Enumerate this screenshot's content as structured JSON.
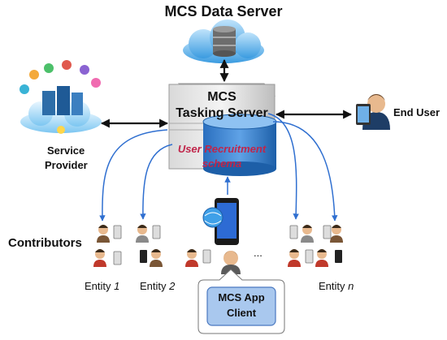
{
  "title": "MCS Data Server",
  "tasking_server": {
    "line1": "MCS",
    "line2": "Tasking Server"
  },
  "recruitment": {
    "line1": "User Recruitment",
    "line2": "schema"
  },
  "service_provider": {
    "line1": "Service",
    "line2": "Provider"
  },
  "end_user": "End User",
  "contributors": "Contributors",
  "entities": [
    {
      "prefix": "Entity ",
      "index": "1"
    },
    {
      "prefix": "Entity ",
      "index": "2"
    },
    {
      "prefix": "Entity ",
      "index": "n"
    }
  ],
  "ellipsis": "...",
  "app_client": {
    "line1": "MCS App",
    "line2": "Client"
  },
  "colors": {
    "arrow_black": "#111111",
    "arrow_blue": "#2f6fd0",
    "cloud": "#3a9be0",
    "database": "#1d5fa8",
    "recruitment_text": "#c0254a",
    "app_box": "#a9c8ee",
    "app_box_border": "#4a78c0"
  }
}
